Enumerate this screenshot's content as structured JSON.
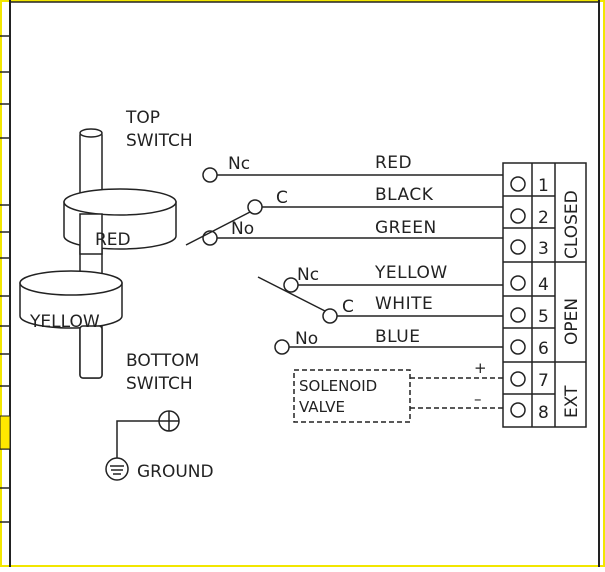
{
  "diagram": {
    "top_switch_line1": "TOP",
    "top_switch_line2": "SWITCH",
    "bottom_switch_line1": "BOTTOM",
    "bottom_switch_line2": "SWITCH",
    "float_red": "RED",
    "float_yellow": "YELLOW",
    "ground": "GROUND",
    "solenoid_line1": "SOLENOID",
    "solenoid_line2": "VALVE",
    "plus": "+",
    "minus": "–",
    "contacts": {
      "nc_top": "Nc",
      "c_top": "C",
      "no_top": "No",
      "nc_bottom": "Nc",
      "c_bottom": "C",
      "no_bottom": "No"
    },
    "wires": [
      "RED",
      "BLACK",
      "GREEN",
      "YELLOW",
      "WHITE",
      "BLUE"
    ],
    "terminals": [
      "1",
      "2",
      "3",
      "4",
      "5",
      "6",
      "7",
      "8"
    ],
    "groups": [
      "CLOSED",
      "OPEN",
      "EXT"
    ],
    "colors": {
      "line": "#222222",
      "border_yellow": "#f2e600",
      "accent_yellow": "#ffe800"
    }
  }
}
